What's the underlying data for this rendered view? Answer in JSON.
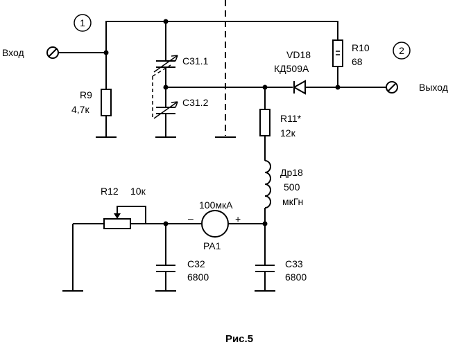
{
  "title": "Рис.5",
  "nodes": {
    "n1": "1",
    "n2": "2"
  },
  "ports": {
    "input": "Вход",
    "output": "Выход"
  },
  "components": {
    "r9": {
      "ref": "R9",
      "value": "4,7к"
    },
    "c31_1": {
      "ref": "С31.1"
    },
    "c31_2": {
      "ref": "С31.2"
    },
    "vd18": {
      "ref": "VD18",
      "value": "КД509А"
    },
    "r10": {
      "ref": "R10",
      "value": "68"
    },
    "r11": {
      "ref": "R11*",
      "value": "12к"
    },
    "dr18": {
      "ref": "Др18",
      "value": "500",
      "unit": "мкГн"
    },
    "r12": {
      "ref": "R12",
      "value": "10к"
    },
    "pa1": {
      "ref": "PA1",
      "value": "100мкА",
      "minus": "–",
      "plus": "+"
    },
    "c32": {
      "ref": "С32",
      "value": "6800"
    },
    "c33": {
      "ref": "С33",
      "value": "6800"
    }
  }
}
